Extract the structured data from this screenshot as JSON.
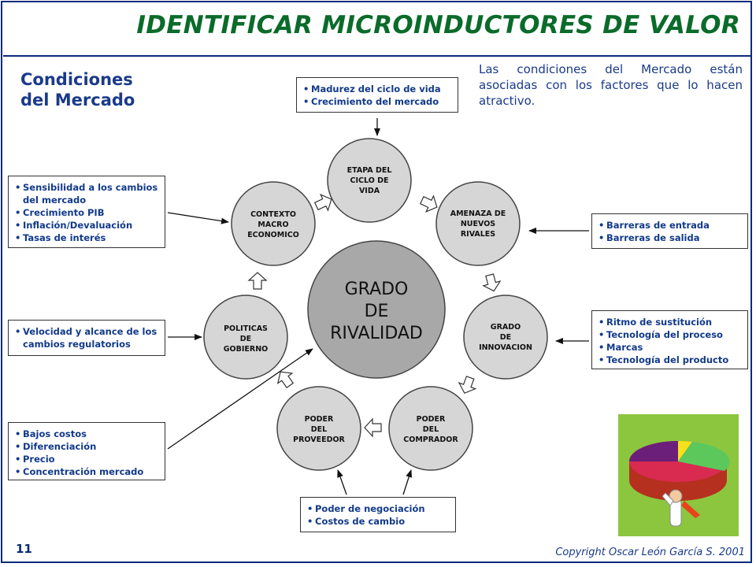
{
  "title": "IDENTIFICAR MICROINDUCTORES DE VALOR",
  "section_title": [
    "Condiciones",
    "del Mercado"
  ],
  "intro_text": "Las condiciones del Mercado están asociadas con los factores que lo hacen atractivo.",
  "center": [
    "GRADO",
    "DE",
    "RIVALIDAD"
  ],
  "nodes": {
    "ciclo": [
      "ETAPA DEL",
      "CICLO DE",
      "VIDA"
    ],
    "amenaza": [
      "AMENAZA DE",
      "NUEVOS",
      "RIVALES"
    ],
    "innovacion": [
      "GRADO",
      "DE",
      "INNOVACION"
    ],
    "comprador": [
      "PODER",
      "DEL",
      "COMPRADOR"
    ],
    "proveedor": [
      "PODER",
      "DEL",
      "PROVEEDOR"
    ],
    "politicas": [
      "POLITICAS",
      "DE",
      "GOBIERNO"
    ],
    "contexto": [
      "CONTEXTO",
      "MACRO",
      "ECONOMICO"
    ]
  },
  "boxes": {
    "ciclo": [
      "Madurez del ciclo de vida",
      "Crecimiento del mercado"
    ],
    "amenaza": [
      "Barreras de entrada",
      "Barreras de salida"
    ],
    "innovacion": [
      "Ritmo de sustitución",
      "Tecnología del proceso",
      "Marcas",
      "Tecnología del producto"
    ],
    "poder": [
      "Poder de negociación",
      "Costos de cambio"
    ],
    "contexto": [
      "Sensibilidad a los cambios del mercado",
      "Crecimiento PIB",
      "Inflación/Devaluación",
      "Tasas de interés"
    ],
    "politicas": [
      "Velocidad y alcance de los cambios regulatorios"
    ],
    "costos": [
      "Bajos costos",
      "Diferenciación",
      "Precio",
      "Concentración mercado"
    ]
  },
  "colors": {
    "title": "#0a6b2a",
    "text": "#1a3a8a",
    "frame": "#0a2a7a",
    "circle": "#d6d6d6",
    "center": "#a8a8a8"
  },
  "page_number": "11",
  "copyright": "Copyright Oscar León García S. 2001",
  "picture_icon": "pie-chart-person-illustration"
}
